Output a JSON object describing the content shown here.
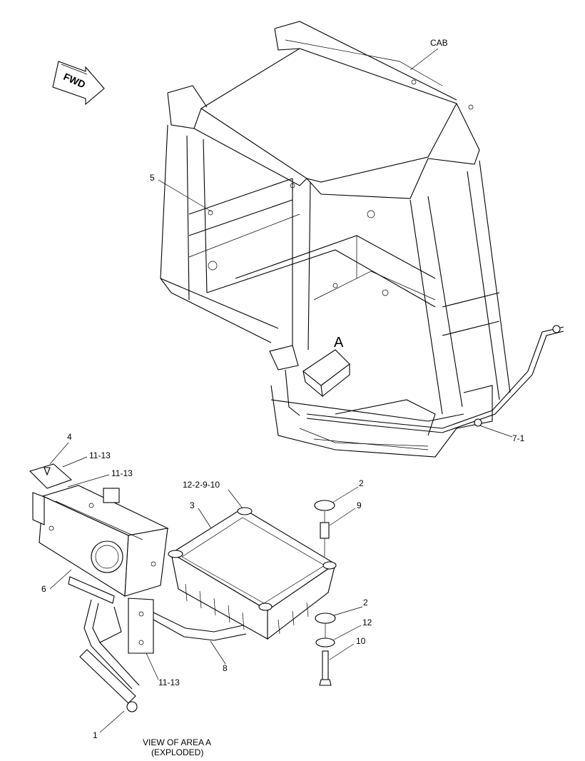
{
  "labels": {
    "cab": "CAB",
    "fwd": "FWD",
    "area": "A",
    "item_5": "5",
    "item_7_1": "7-1",
    "item_4": "4",
    "item_11_13_a": "11-13",
    "item_11_13_b": "11-13",
    "item_11_13_c": "11-13",
    "item_12_2_9_10": "12-2-9-10",
    "item_3": "3",
    "item_2_a": "2",
    "item_9": "9",
    "item_6": "6",
    "item_2_b": "2",
    "item_12": "12",
    "item_10": "10",
    "item_8": "8",
    "item_1": "1",
    "view_line1": "VIEW OF AREA A",
    "view_line2": "(EXPLODED)"
  }
}
